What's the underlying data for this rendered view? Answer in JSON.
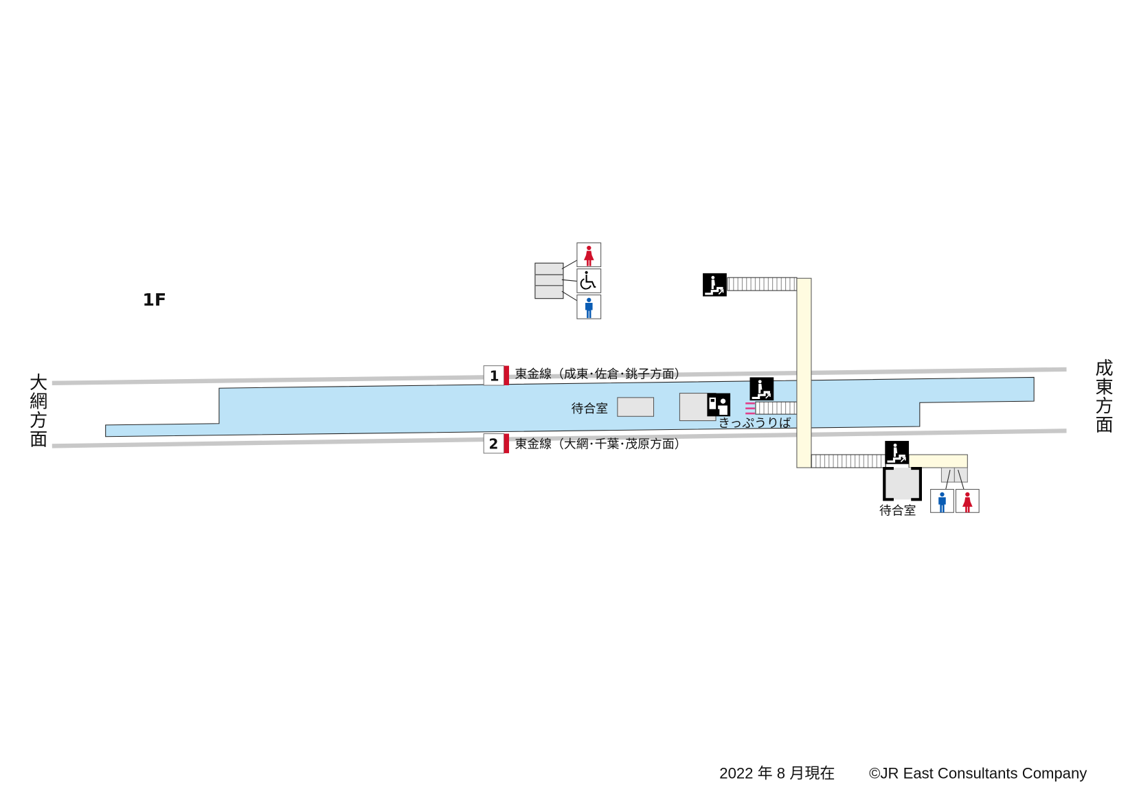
{
  "floor": "1F",
  "directions": {
    "left": "大網方面",
    "right": "成東方面"
  },
  "platforms": [
    {
      "number": "1",
      "label": "東金線（成東･佐倉･銚子方面）"
    },
    {
      "number": "2",
      "label": "東金線（大網･千葉･茂原方面）"
    }
  ],
  "facilities": {
    "waiting_room_platform": "待合室",
    "waiting_room_concourse": "待合室",
    "ticket_office": "きっぷうりば"
  },
  "icons": [
    "stairs-up-icon",
    "ticket-office-icon",
    "toilet-female-icon",
    "toilet-male-icon",
    "wheelchair-toilet-icon"
  ],
  "colors": {
    "platform": "#bde3f7",
    "concourse": "#fffbe0",
    "track": "#c8c8c8",
    "platform_marker": "#d0102a",
    "female": "#d0102a",
    "male": "#0a5cb4",
    "tactile": "#e0408a"
  },
  "footer": {
    "date": "2022 年 8 月現在",
    "copyright": "©JR East Consultants Company"
  }
}
